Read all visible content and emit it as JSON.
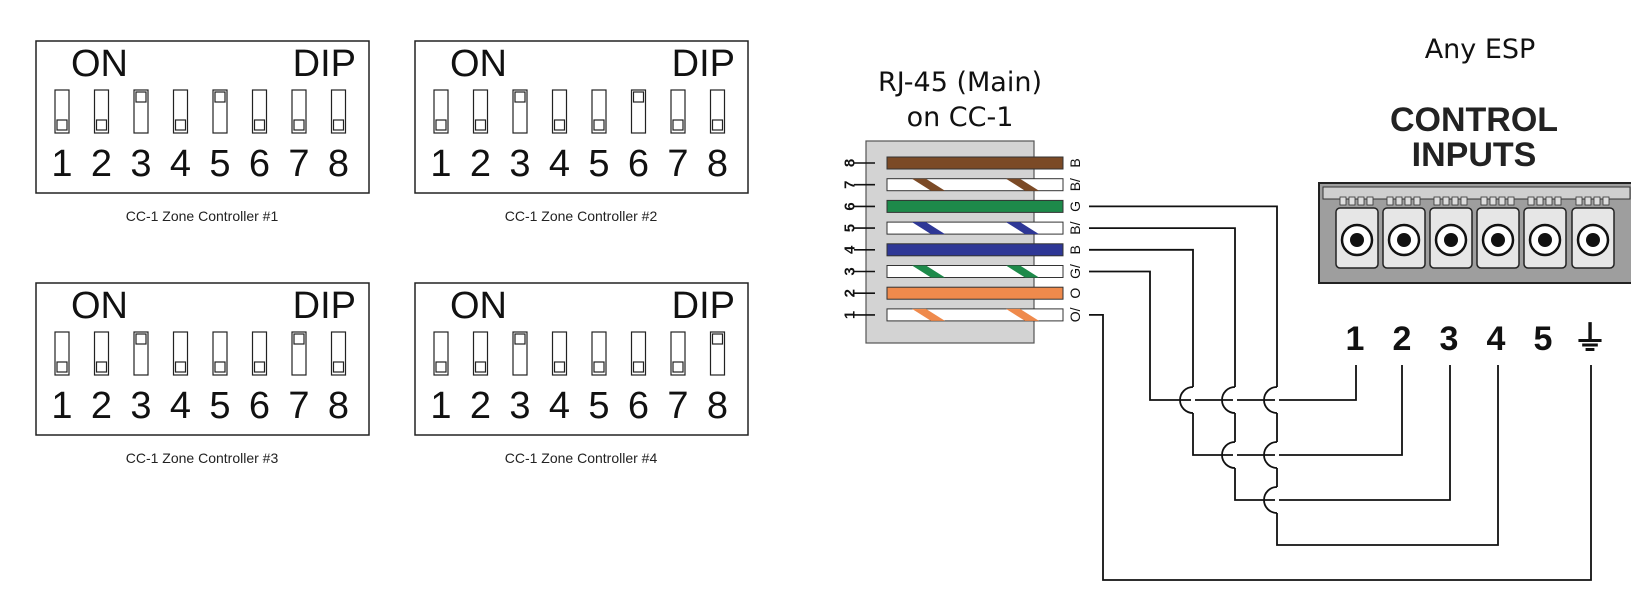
{
  "dip_switches": [
    {
      "header_on": "ON",
      "header_dip": "DIP",
      "caption": "CC-1 Zone Controller #1",
      "positions": [
        "1",
        "2",
        "3",
        "4",
        "5",
        "6",
        "7",
        "8"
      ],
      "states": [
        false,
        false,
        true,
        false,
        true,
        false,
        false,
        false
      ]
    },
    {
      "header_on": "ON",
      "header_dip": "DIP",
      "caption": "CC-1 Zone Controller #2",
      "positions": [
        "1",
        "2",
        "3",
        "4",
        "5",
        "6",
        "7",
        "8"
      ],
      "states": [
        false,
        false,
        true,
        false,
        false,
        true,
        false,
        false
      ]
    },
    {
      "header_on": "ON",
      "header_dip": "DIP",
      "caption": "CC-1 Zone Controller #3",
      "positions": [
        "1",
        "2",
        "3",
        "4",
        "5",
        "6",
        "7",
        "8"
      ],
      "states": [
        false,
        false,
        true,
        false,
        false,
        false,
        true,
        false
      ]
    },
    {
      "header_on": "ON",
      "header_dip": "DIP",
      "caption": "CC-1 Zone Controller #4",
      "positions": [
        "1",
        "2",
        "3",
        "4",
        "5",
        "6",
        "7",
        "8"
      ],
      "states": [
        false,
        false,
        true,
        false,
        false,
        false,
        false,
        true
      ]
    }
  ],
  "rj45": {
    "title_line1": "RJ-45 (Main)",
    "title_line2": "on CC-1",
    "wires": [
      {
        "pin": "8",
        "code": "B",
        "color": "#7b4a26",
        "striped": false
      },
      {
        "pin": "7",
        "code": "B/",
        "color": "#7b4a26",
        "striped": true
      },
      {
        "pin": "6",
        "code": "G",
        "color": "#1d8a4a",
        "striped": false
      },
      {
        "pin": "5",
        "code": "B/",
        "color": "#2e3796",
        "striped": true
      },
      {
        "pin": "4",
        "code": "B",
        "color": "#2e3796",
        "striped": false
      },
      {
        "pin": "3",
        "code": "G/",
        "color": "#1d8a4a",
        "striped": true
      },
      {
        "pin": "2",
        "code": "O",
        "color": "#ef8a4c",
        "striped": false
      },
      {
        "pin": "1",
        "code": "O/",
        "color": "#ef8a4c",
        "striped": true
      }
    ]
  },
  "esp": {
    "title": "Any ESP",
    "block_line1": "CONTROL",
    "block_line2": "INPUTS",
    "terminals": [
      "1",
      "2",
      "3",
      "4",
      "5",
      "⏚"
    ]
  },
  "connections": [
    {
      "from_pin": "3",
      "to_terminal": "1"
    },
    {
      "from_pin": "4",
      "to_terminal": "2"
    },
    {
      "from_pin": "5",
      "to_terminal": "3"
    },
    {
      "from_pin": "6",
      "to_terminal": "4"
    },
    {
      "from_pin": "1",
      "to_terminal": "⏚"
    }
  ]
}
